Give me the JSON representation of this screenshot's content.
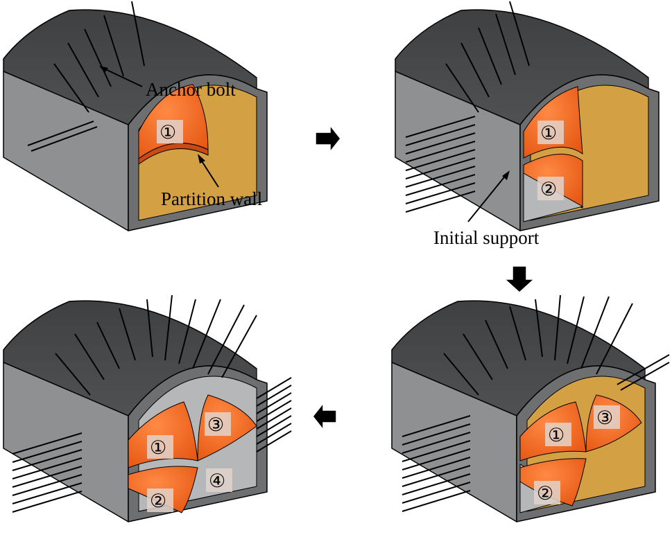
{
  "labels": {
    "anchor_bolt": "Anchor bolt",
    "partition_wall": "Partition wall",
    "initial_support": "Initial support"
  },
  "stage_marks": [
    "①",
    "②",
    "③",
    "④"
  ],
  "colors": {
    "roof": "#4e4f51",
    "wall": "#8f9091",
    "face": "#d4a044",
    "cut": "#ee6422",
    "hollow": "#b6b7b8",
    "inner": "#6e6f70",
    "badge": "#e2d3cb"
  },
  "icons": [
    "arrow-right-icon",
    "arrow-down-icon",
    "arrow-left-icon"
  ]
}
